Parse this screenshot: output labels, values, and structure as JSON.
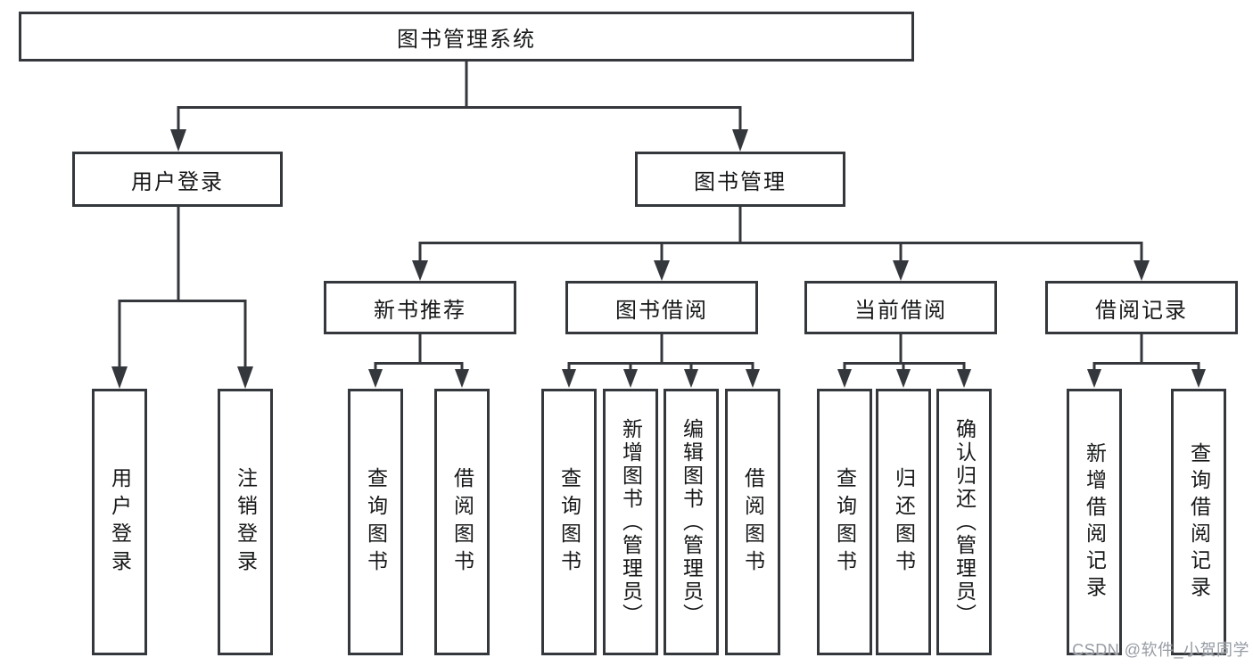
{
  "diagram_type": "hierarchy-tree",
  "colors": {
    "background": "#ffffff",
    "line": "#34373c",
    "box_border": "#34373c",
    "text": "#17181a",
    "watermark": "#979ca4"
  },
  "watermark": {
    "text": "CSDN @软件_小贺同学"
  },
  "tree": {
    "label": "图书管理系统",
    "children": [
      {
        "label": "用户登录",
        "children": [
          {
            "label": "用户登录"
          },
          {
            "label": "注销登录"
          }
        ]
      },
      {
        "label": "图书管理",
        "children": [
          {
            "label": "新书推荐",
            "children": [
              {
                "label": "查询图书"
              },
              {
                "label": "借阅图书"
              }
            ]
          },
          {
            "label": "图书借阅",
            "children": [
              {
                "label": "查询图书"
              },
              {
                "label": "新增图书（管理员）"
              },
              {
                "label": "编辑图书（管理员）"
              },
              {
                "label": "借阅图书"
              }
            ]
          },
          {
            "label": "当前借阅",
            "children": [
              {
                "label": "查询图书"
              },
              {
                "label": "归还图书"
              },
              {
                "label": "确认归还（管理员）"
              }
            ]
          },
          {
            "label": "借阅记录",
            "children": [
              {
                "label": "新增借阅记录"
              },
              {
                "label": "查询借阅记录"
              }
            ]
          }
        ]
      }
    ]
  }
}
